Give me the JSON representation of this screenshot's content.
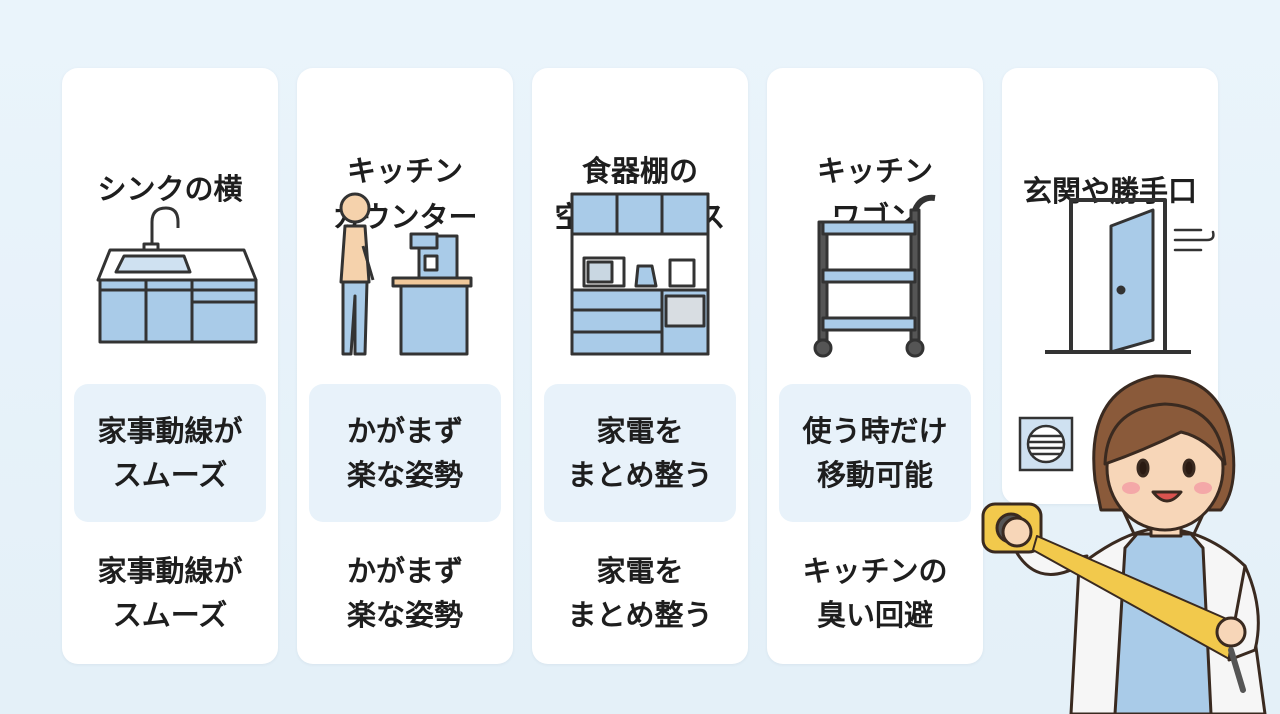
{
  "cards": [
    {
      "title": [
        "シンクの横"
      ],
      "box": [
        "家事動線が",
        "スムーズ"
      ],
      "bottom": [
        "家事動線が",
        "スムーズ"
      ],
      "icon": "sink-icon"
    },
    {
      "title": [
        "キッチン",
        "カウンター"
      ],
      "box": [
        "かがまず",
        "楽な姿勢"
      ],
      "bottom": [
        "かがまず",
        "楽な姿勢"
      ],
      "icon": "counter-person-icon"
    },
    {
      "title": [
        "食器棚の",
        "空きスペース"
      ],
      "box": [
        "家電を",
        "まとめ整う"
      ],
      "bottom": [
        "家電を",
        "まとめ整う"
      ],
      "icon": "cupboard-icon"
    },
    {
      "title": [
        "キッチン",
        "ワゴン"
      ],
      "box": [
        "使う時だけ",
        "移動可能"
      ],
      "bottom": [
        "キッチンの",
        "臭い回避"
      ],
      "icon": "wagon-icon"
    },
    {
      "title": [
        "玄関や勝手口"
      ],
      "icon": "door-icon"
    }
  ],
  "colors": {
    "accent_blue": "#a9cbe8",
    "outline": "#333333",
    "box_bg": "#e8f2fa"
  }
}
